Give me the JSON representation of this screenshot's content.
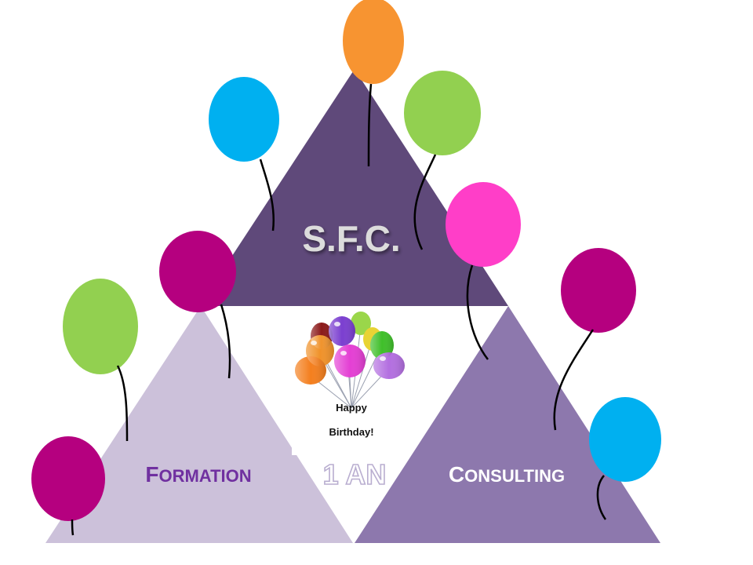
{
  "slide": {
    "title": "S.F.C.",
    "left_label_initial": "F",
    "left_label_rest": "ORMATION",
    "right_label_initial": "C",
    "right_label_rest": "ONSULTING",
    "center_label": "1 AN"
  },
  "birthday_card": {
    "line1": "Happy",
    "line2": "Birthday!"
  },
  "colors": {
    "top_triangle": "#5f497a",
    "left_triangle": "#ccc1da",
    "right_triangle": "#8d78ad",
    "formation_text": "#7030a0",
    "consulting_text": "#ffffff",
    "title_text": "#dcdcdc",
    "balloon_orange": "#f79431",
    "balloon_blue": "#00b0f0",
    "balloon_green": "#92d050",
    "balloon_pink": "#ff3ec8",
    "balloon_magenta": "#b5007f"
  }
}
